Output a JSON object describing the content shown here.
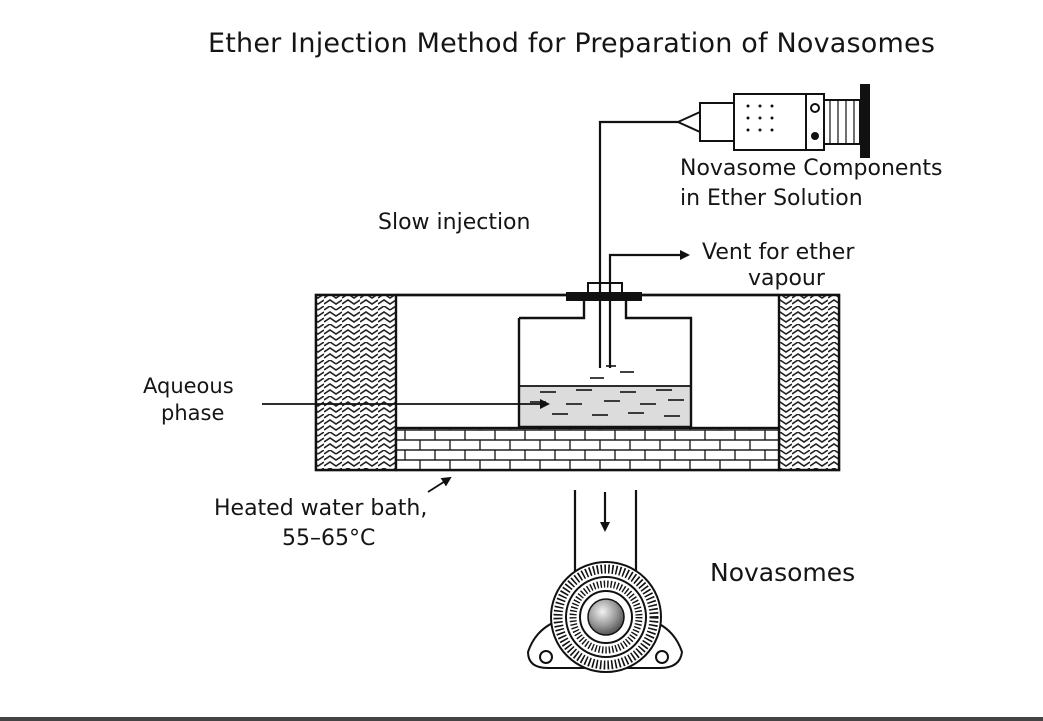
{
  "title": "Ether Injection Method for Preparation of Novasomes",
  "labels": {
    "syringe_line1": "Novasome Components",
    "syringe_line2": "in Ether Solution",
    "slow_injection": "Slow injection",
    "vent_line1": "Vent for ether",
    "vent_line2": "vapour",
    "aqueous_line1": "Aqueous",
    "aqueous_line2": "phase",
    "bath_line1": "Heated water bath,",
    "bath_line2": "55–65°C",
    "novasomes": "Novasomes"
  },
  "icons": [
    "syringe-icon",
    "beaker-icon",
    "water-bath-icon",
    "novasome-vesicle-icon",
    "arrow-icon"
  ],
  "colors": {
    "ink": "#111111",
    "liquid": "#dcdcdc",
    "vesicle_core": "#9a9a9a"
  }
}
